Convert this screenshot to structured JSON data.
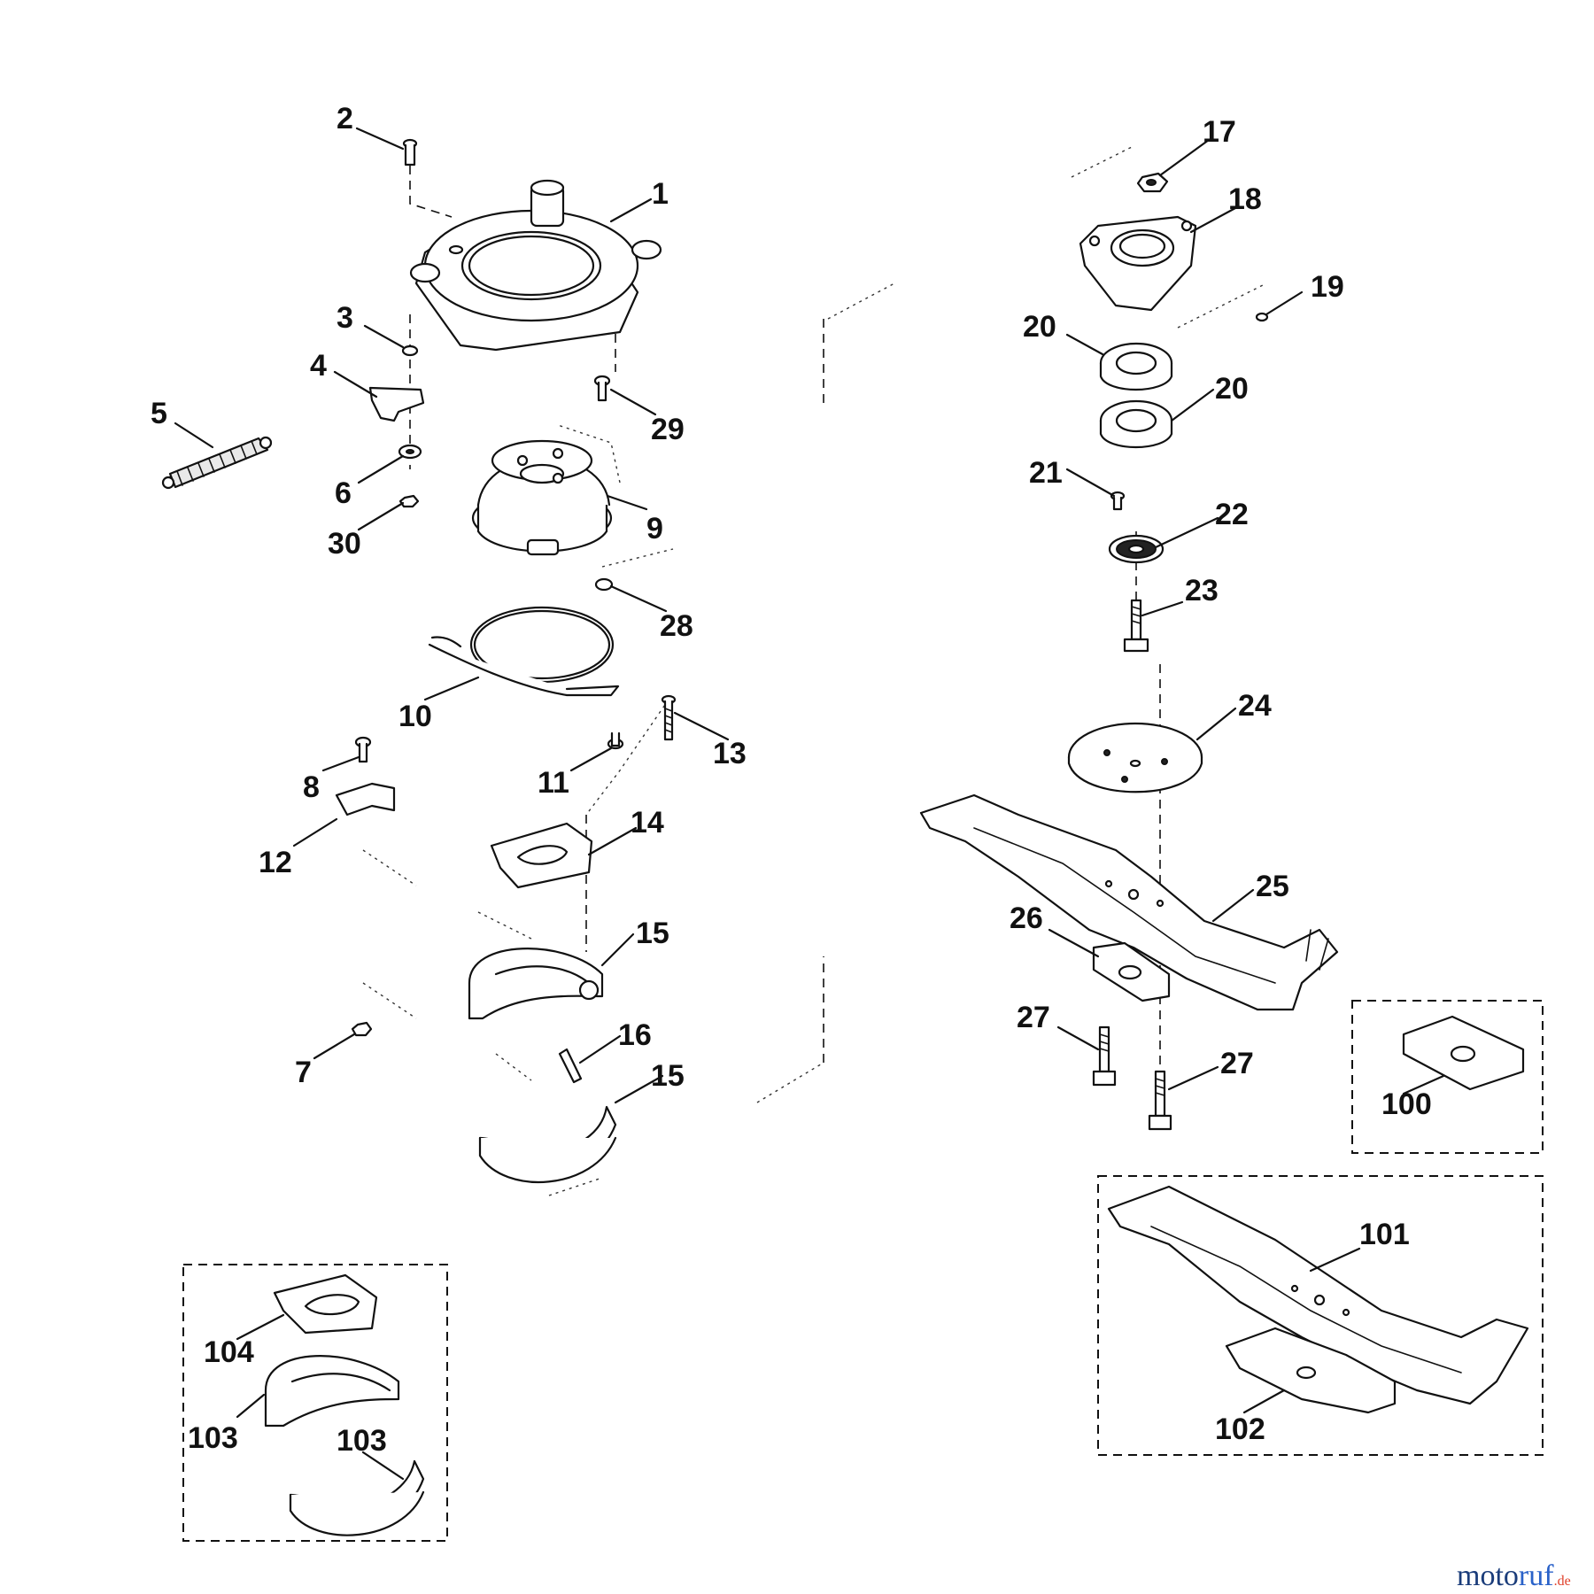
{
  "labels": {
    "p1": "1",
    "p2": "2",
    "p3": "3",
    "p4": "4",
    "p5": "5",
    "p6": "6",
    "p7": "7",
    "p8": "8",
    "p9": "9",
    "p10": "10",
    "p11": "11",
    "p12": "12",
    "p13": "13",
    "p14": "14",
    "p15a": "15",
    "p15b": "15",
    "p16": "16",
    "p17": "17",
    "p18": "18",
    "p19": "19",
    "p20a": "20",
    "p20b": "20",
    "p21": "21",
    "p22": "22",
    "p23": "23",
    "p24": "24",
    "p25": "25",
    "p26": "26",
    "p27a": "27",
    "p27b": "27",
    "p28": "28",
    "p29": "29",
    "p30": "30",
    "p100": "100",
    "p101": "101",
    "p102": "102",
    "p103a": "103",
    "p103b": "103",
    "p104": "104"
  },
  "watermark": {
    "main": "moto",
    "accent": "ruf",
    "suffix": ".de",
    "colors": {
      "main": "#1a3c7a",
      "accent": "#2a62c9",
      "suffix": "#e0402a"
    }
  }
}
